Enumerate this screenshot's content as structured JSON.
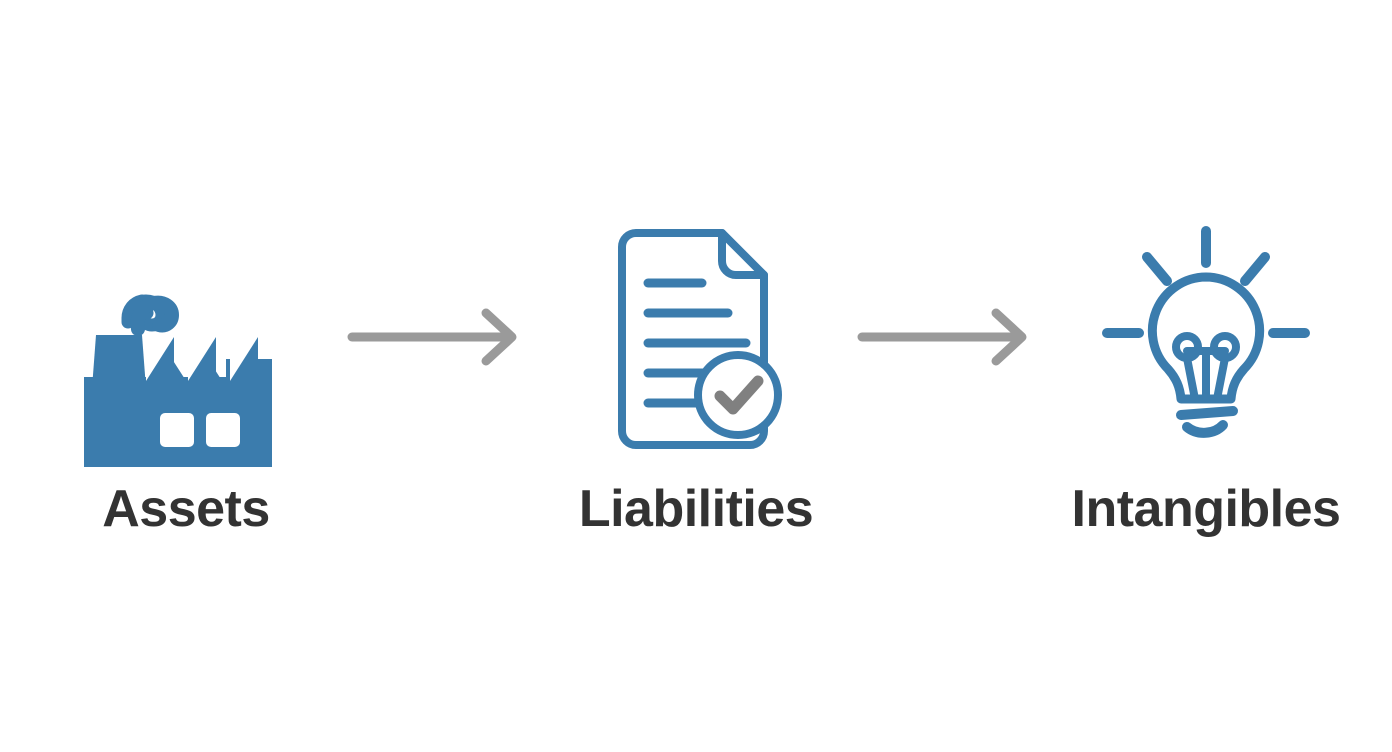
{
  "diagram": {
    "title_visible": false,
    "background_color": "#ffffff",
    "type": "horizontal-flow",
    "accent_color": "#3b7cad",
    "arrow_color": "#9a9a9a",
    "check_color": "#808080",
    "label_color": "#333333",
    "steps": [
      {
        "id": "assets",
        "label": "Assets",
        "icon": "factory-icon",
        "icon_style": "solid",
        "icon_color": "#3b7cad"
      },
      {
        "id": "liabilities",
        "label": "Liabilities",
        "icon": "document-check-icon",
        "icon_style": "outline",
        "icon_color": "#3b7cad"
      },
      {
        "id": "intangibles",
        "label": "Intangibles",
        "icon": "lightbulb-icon",
        "icon_style": "outline",
        "icon_color": "#3b7cad"
      }
    ],
    "connectors": [
      {
        "id": "arrow-assets-to-liabilities",
        "icon": "arrow-right-icon",
        "color": "#9a9a9a"
      },
      {
        "id": "arrow-liabilities-to-intangibles",
        "icon": "arrow-right-icon",
        "color": "#9a9a9a"
      }
    ]
  }
}
